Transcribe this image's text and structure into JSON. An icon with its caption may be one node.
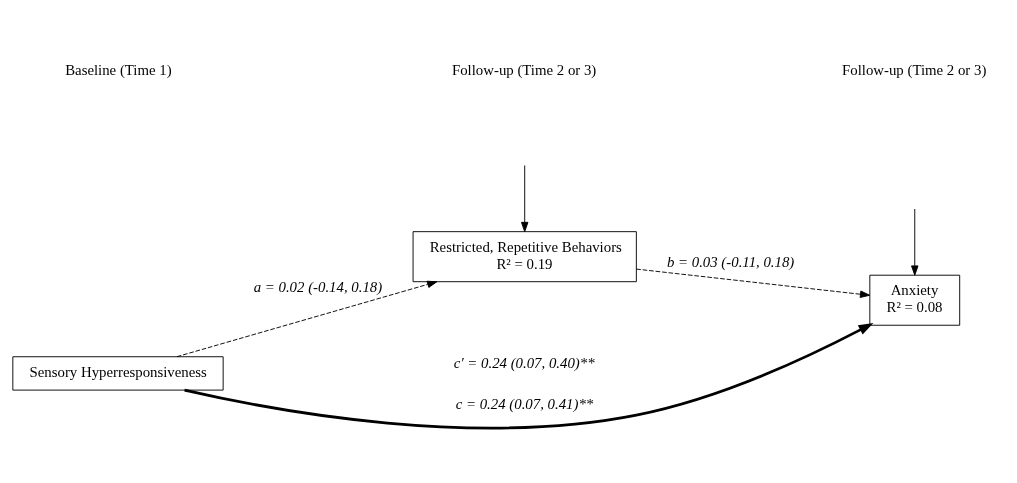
{
  "diagram": {
    "nodes": [
      {
        "text": [
          "Restricted, Repetitive Behaviors",
          "R² = 0.19"
        ]
      },
      {
        "text": [
          "Sensory Hyperresponsiveness"
        ]
      },
      {
        "text": [
          "Anxiety",
          "R² = 0.08"
        ]
      }
    ],
    "edges": [
      {
        "from": 1,
        "to": 0,
        "arrow": "to",
        "style": "dashed",
        "label": "a = 0.02 (-0.14, 0.18)"
      },
      {
        "from": 0,
        "to": 2,
        "arrow": "to",
        "style": "dashed",
        "label": "b = 0.03 (-0.11, 0.18)"
      },
      {
        "from": 1,
        "to": 2,
        "arrow": "to",
        "style": "thick",
        "label": "c = 0.24 (0.07, 0.41)**"
      },
      {
        "from": null,
        "to": 0,
        "arrow": "to"
      },
      {
        "from": null,
        "to": 2,
        "arrow": "to"
      }
    ],
    "labels": [
      "Baseline (Time 1)",
      "Follow-up (Time 2 or 3)",
      "Follow-up (Time 2 or 3)",
      "c′ = 0.24 (0.07, 0.40)**"
    ]
  }
}
